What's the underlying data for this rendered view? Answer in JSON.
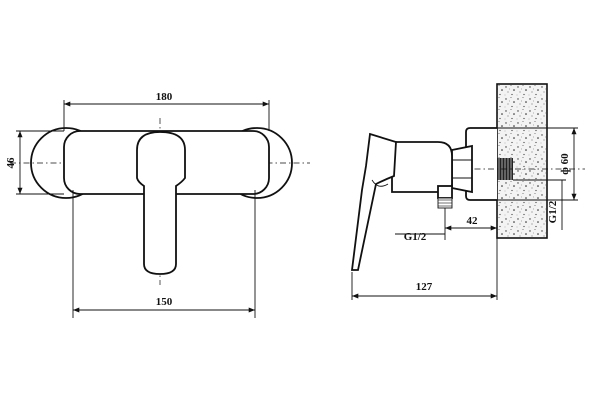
{
  "front_view": {
    "dim_total_width": "180",
    "dim_height": "46",
    "dim_center_distance": "150"
  },
  "side_view": {
    "dim_inlet_thread": "G1/2",
    "dim_inlet_offset": "42",
    "dim_depth": "127",
    "dim_wall_diameter": "ф 60",
    "dim_wall_thread": "G1/2"
  }
}
